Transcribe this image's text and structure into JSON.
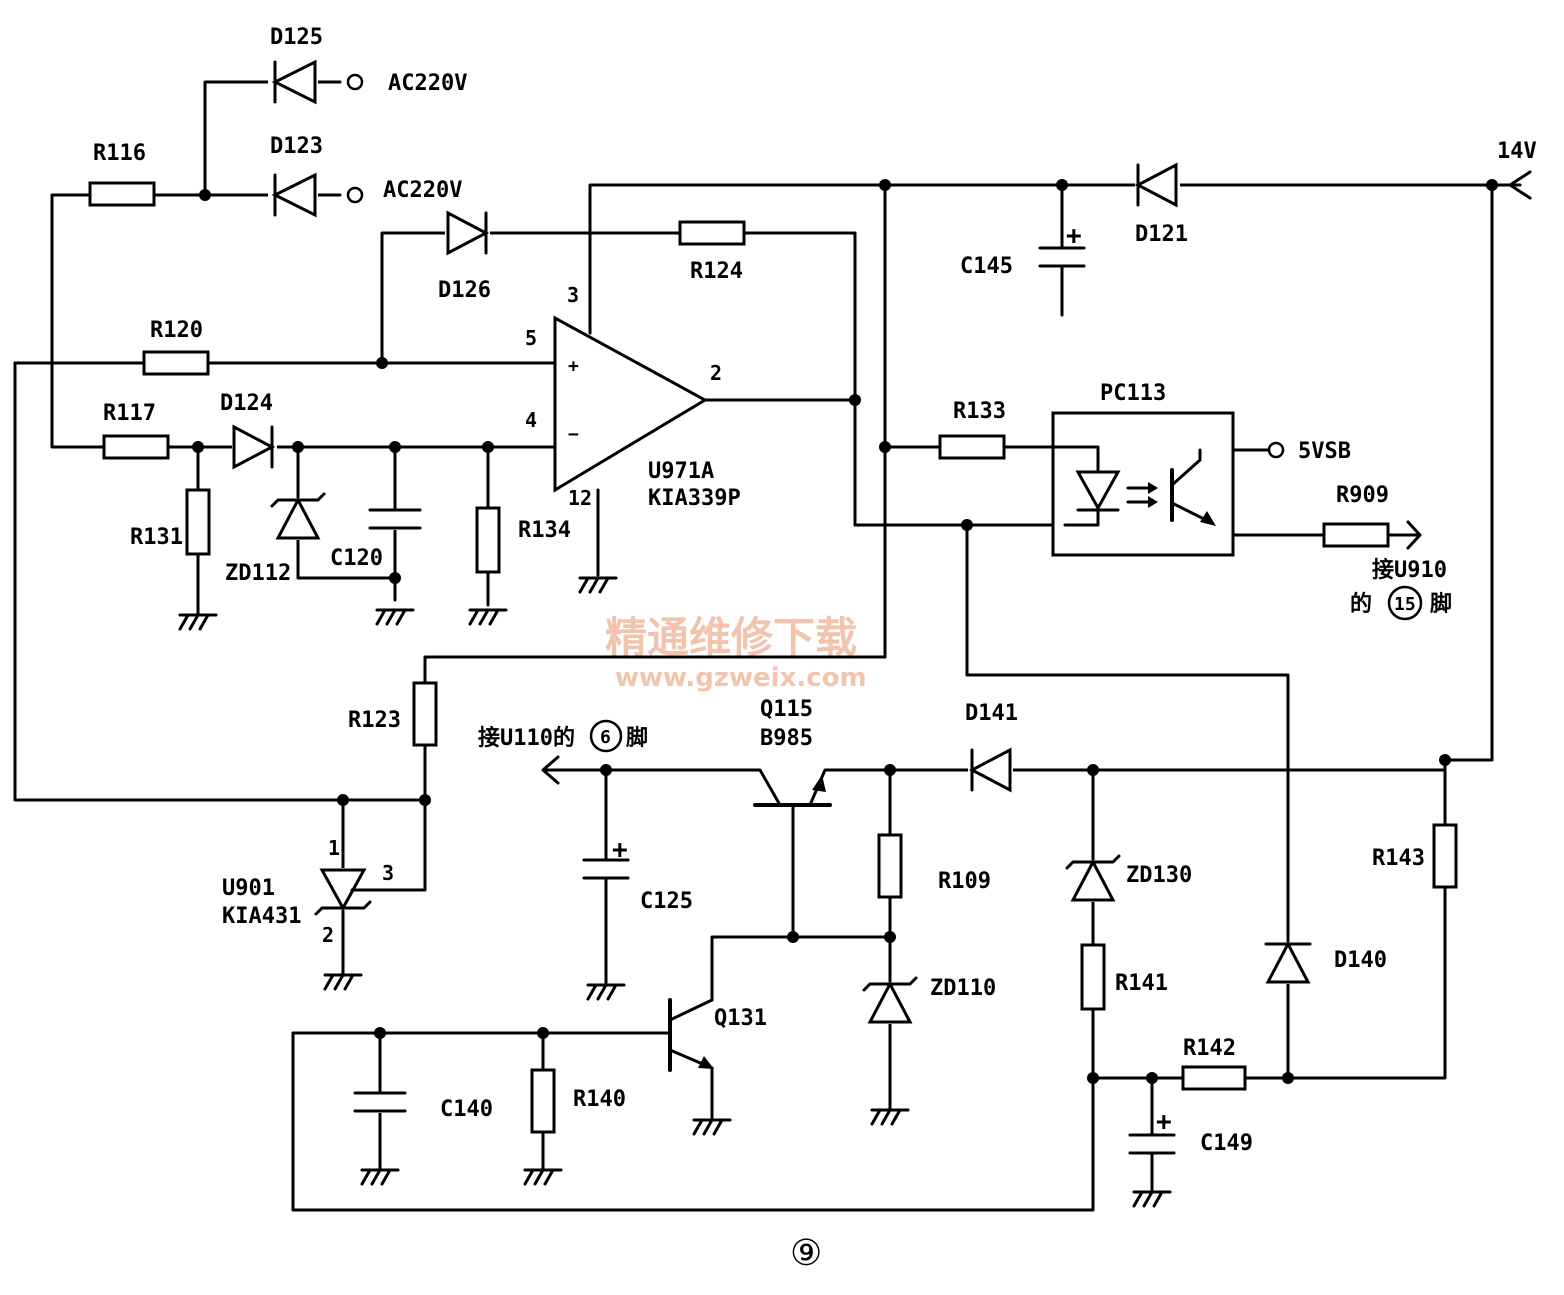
{
  "labels": {
    "D125": "D125",
    "AC1": "AC220V",
    "R116": "R116",
    "D123": "D123",
    "AC2": "AC220V",
    "V14": "14V",
    "D126": "D126",
    "R124": "R124",
    "D121": "D121",
    "C145": "C145",
    "R120": "R120",
    "R117": "R117",
    "D124": "D124",
    "R131": "R131",
    "ZD112": "ZD112",
    "C120": "C120",
    "R134": "R134",
    "U971A": "U971A",
    "KIA339P": "KIA339P",
    "R133": "R133",
    "PC113": "PC113",
    "V5VSB": "5VSB",
    "R909": "R909",
    "to_u910_a": "接U910",
    "to_u910_b": "的",
    "to_u910_c": "脚",
    "to_u910_pin": "15",
    "R123": "R123",
    "to_u110": "接U110的",
    "to_u110_end": "脚",
    "to_u110_pin": "6",
    "Q115": "Q115",
    "B985": "B985",
    "D141": "D141",
    "R143": "R143",
    "U901": "U901",
    "KIA431": "KIA431",
    "C125": "C125",
    "R109": "R109",
    "ZD130": "ZD130",
    "R141": "R141",
    "D140": "D140",
    "ZD110": "ZD110",
    "Q131": "Q131",
    "R142": "R142",
    "C140": "C140",
    "R140": "R140",
    "C149": "C149",
    "figure_no": "⑨"
  },
  "pins": {
    "p3": "3",
    "p5": "5",
    "p4": "4",
    "p2": "2",
    "p12": "12",
    "plus": "+",
    "minus": "−",
    "u1": "1",
    "u3": "3",
    "u2": "2"
  },
  "watermark": {
    "line1": "精通维修下载",
    "line2": "www.gzweix.com"
  }
}
